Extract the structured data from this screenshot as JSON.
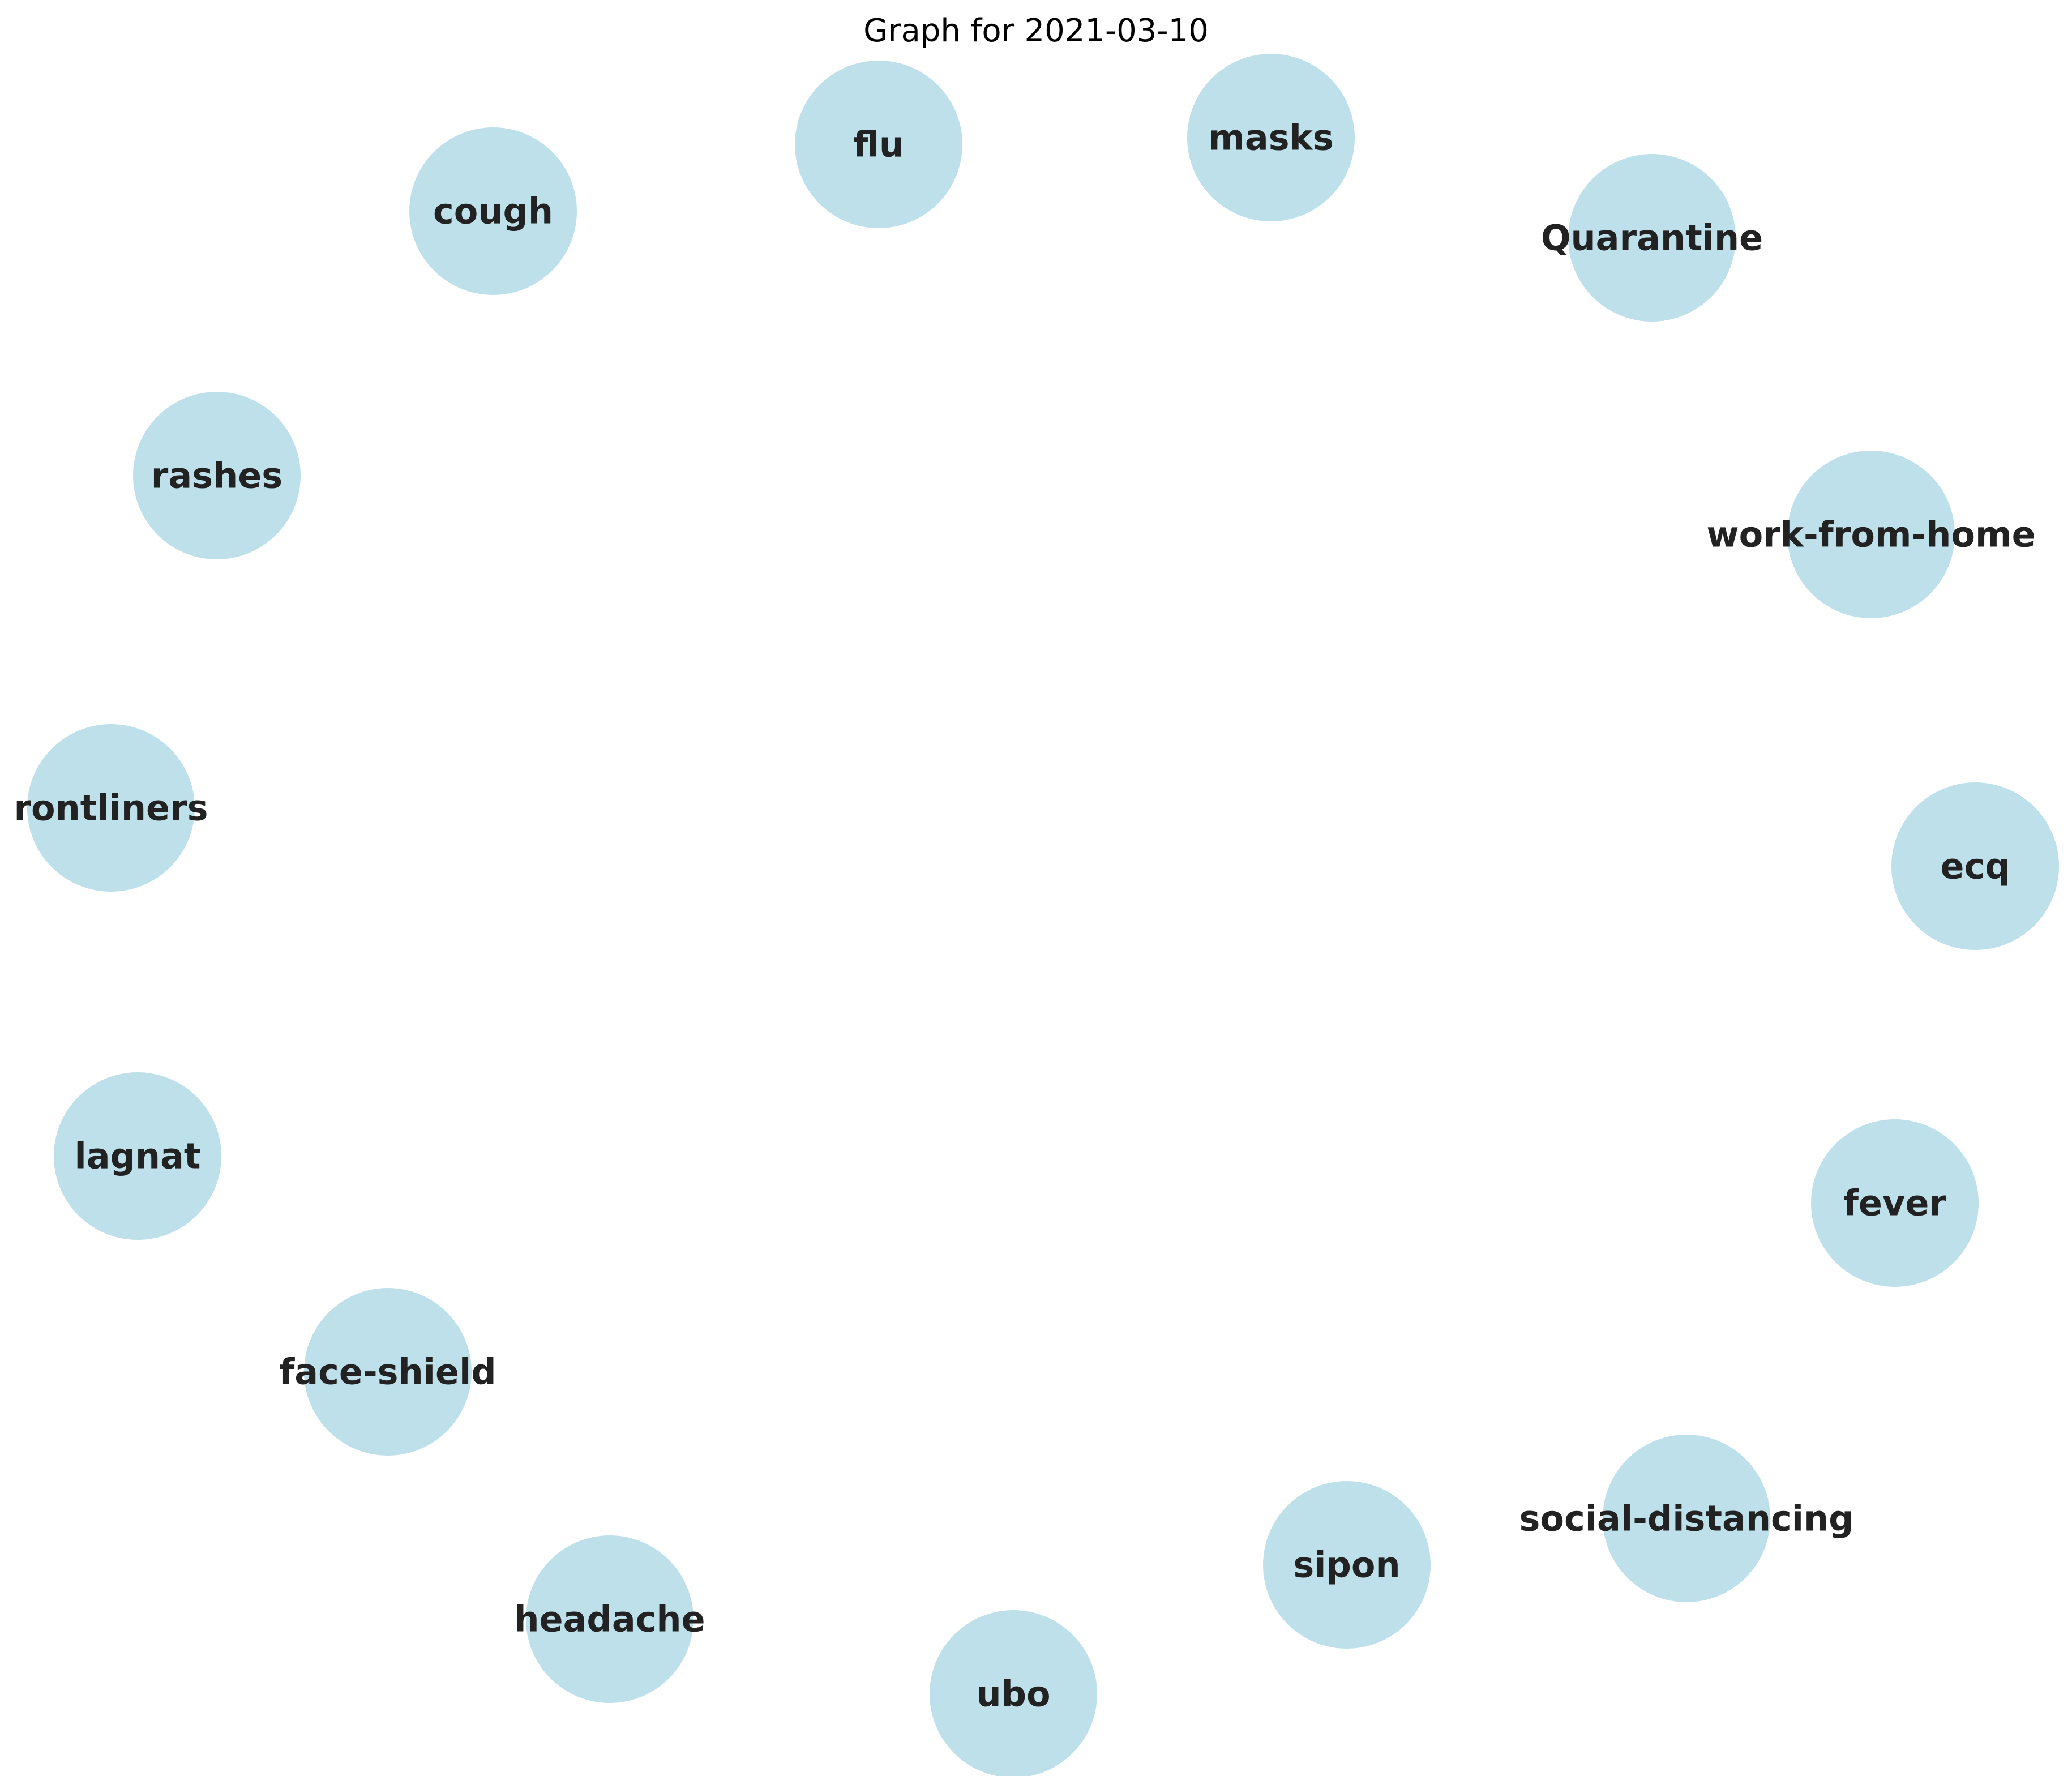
{
  "title": "Graph for 2021-03-10",
  "style": {
    "node_fill": "#add8e6",
    "node_opacity": 0.8,
    "label_color": "#222222"
  },
  "nodes": [
    {
      "label": "flu"
    },
    {
      "label": "masks"
    },
    {
      "label": "cough"
    },
    {
      "label": "Quarantine"
    },
    {
      "label": "rashes"
    },
    {
      "label": "work-from-home"
    },
    {
      "label": "rontliners"
    },
    {
      "label": "ecq"
    },
    {
      "label": "lagnat"
    },
    {
      "label": "fever"
    },
    {
      "label": "face-shield"
    },
    {
      "label": "social-distancing"
    },
    {
      "label": "sipon"
    },
    {
      "label": "headache"
    },
    {
      "label": "ubo"
    }
  ]
}
